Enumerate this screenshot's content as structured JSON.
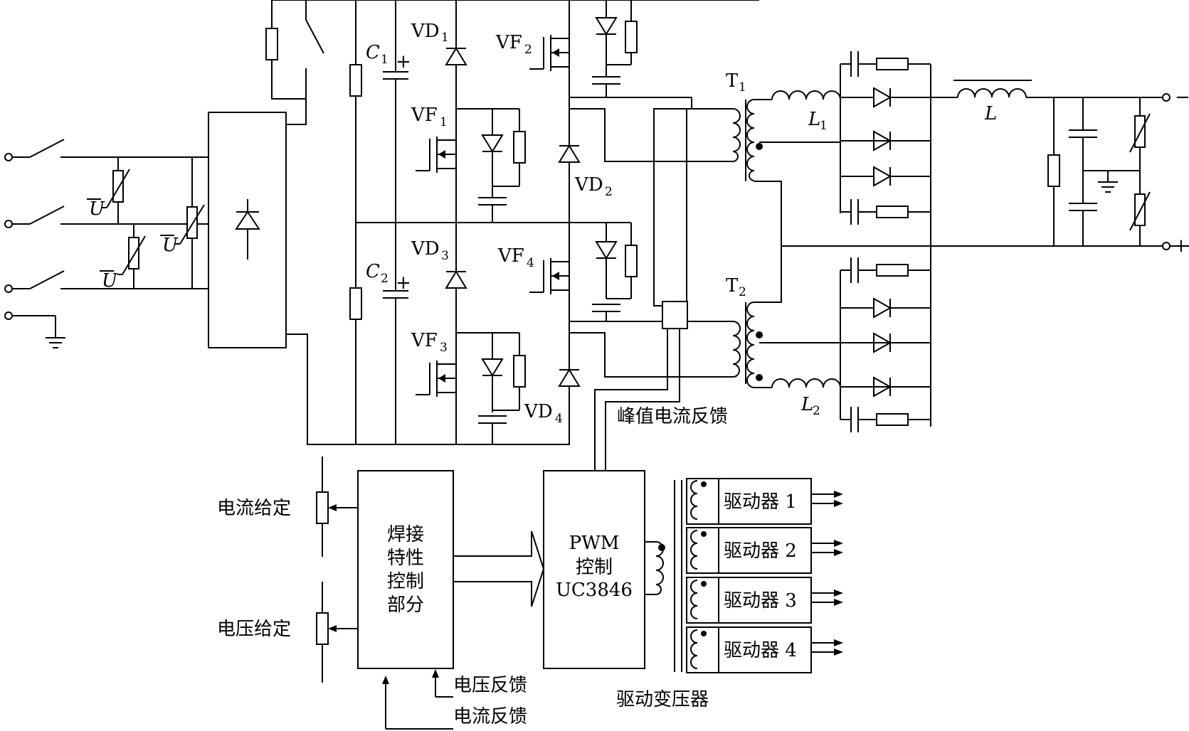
{
  "components": {
    "C1": {
      "base": "C",
      "sub": "1",
      "plus": "+"
    },
    "C2": {
      "base": "C",
      "sub": "2",
      "plus": "+"
    },
    "VD1": {
      "base": "VD",
      "sub": "1"
    },
    "VD2": {
      "base": "VD",
      "sub": "2"
    },
    "VD3": {
      "base": "VD",
      "sub": "3"
    },
    "VD4": {
      "base": "VD",
      "sub": "4"
    },
    "VF1": {
      "base": "VF",
      "sub": "1"
    },
    "VF2": {
      "base": "VF",
      "sub": "2"
    },
    "VF3": {
      "base": "VF",
      "sub": "3"
    },
    "VF4": {
      "base": "VF",
      "sub": "4"
    },
    "T1": {
      "base": "T",
      "sub": "1"
    },
    "T2": {
      "base": "T",
      "sub": "2"
    },
    "L1": {
      "base": "L",
      "sub": "1"
    },
    "L2": {
      "base": "L",
      "sub": "2"
    },
    "L": {
      "base": "L"
    },
    "U1": {
      "base": "U"
    },
    "U2": {
      "base": "U"
    },
    "U3": {
      "base": "U"
    }
  },
  "terminals": {
    "minus": "−",
    "plus": "+"
  },
  "labels": {
    "peak_current_feedback": "峰值电流反馈",
    "current_setpoint": "电流给定",
    "voltage_setpoint": "电压给定",
    "welding_control": [
      "焊接",
      "特性",
      "控制",
      "部分"
    ],
    "pwm": [
      "PWM",
      "控制",
      "UC3846"
    ],
    "voltage_feedback": "电压反馈",
    "current_feedback": "电流反馈",
    "drive_transformer": "驱动变压器",
    "drivers": [
      "驱动器 1",
      "驱动器 2",
      "驱动器 3",
      "驱动器 4"
    ]
  }
}
